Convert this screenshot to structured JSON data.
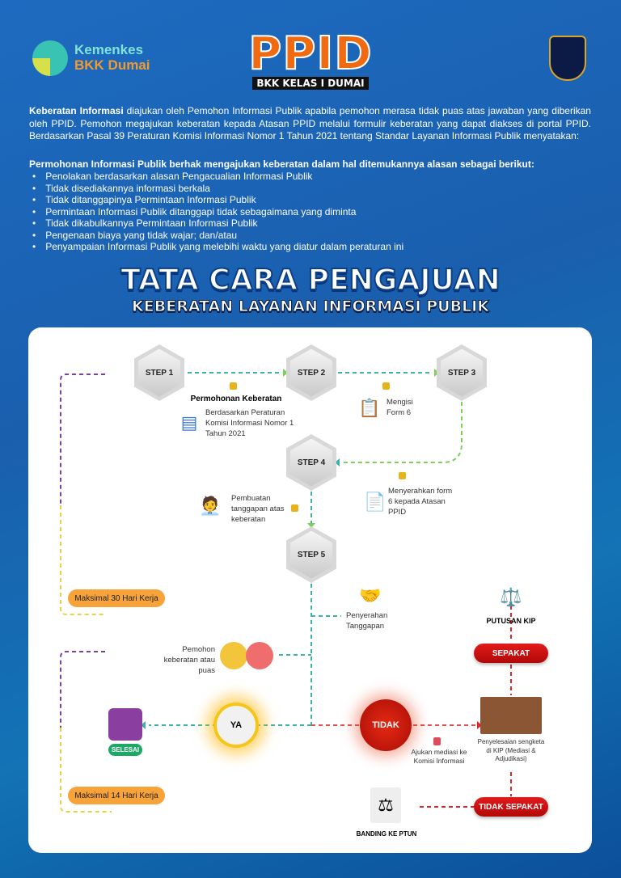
{
  "header": {
    "logo_line1": "Kemenkes",
    "logo_line2": "BKK Dumai",
    "title": "PPID",
    "subtitle": "BKK KELAS I DUMAI"
  },
  "intro": {
    "bold": "Keberatan Informasi",
    "text": " diajukan oleh Pemohon Informasi Publik apabila pemohon merasa tidak puas atas jawaban yang diberikan oleh PPID. Pemohon megajukan keberatan kepada Atasan PPID melalui formulir keberatan yang dapat diakses di portal PPID. Berdasarkan Pasal 39 Peraturan Komisi Informasi Nomor 1 Tahun 2021 tentang Standar Layanan Informasi Publik menyatakan:",
    "lead": "Permohonan Informasi Publik berhak mengajukan keberatan dalam hal ditemukannya alasan sebagai berikut:"
  },
  "reasons": [
    "Penolakan berdasarkan alasan Pengacualian Informasi Publik",
    "Tidak disediakannya informasi berkala",
    "Tidak ditanggapinya Permintaan Informasi Publik",
    "Permintaan Informasi Publik ditanggapi tidak sebagaimana yang diminta",
    "Tidak dikabulkannya Permintaan Informasi Publik",
    "Pengenaan biaya yang tidak wajar; dan/atau",
    "Penyampaian Informasi Publik yang melebihi waktu yang diatur dalam peraturan ini"
  ],
  "section": {
    "title": "TATA CARA PENGAJUAN",
    "subtitle": "KEBERATAN LAYANAN INFORMASI PUBLIK"
  },
  "flow": {
    "steps": [
      "STEP 1",
      "STEP 2",
      "STEP 3",
      "STEP 4",
      "STEP 5"
    ],
    "permohonan": "Permohonan Keberatan",
    "berdasarkan": "Berdasarkan Peraturan Komisi Informasi Nomor 1 Tahun 2021",
    "mengisi": "Mengisi Form 6",
    "menyerahkan": "Menyerahkan form 6 kepada Atasan PPID",
    "pembuatan": "Pembuatan tanggapan atas keberatan",
    "penyerahan": "Penyerahan Tanggapan",
    "pemohon": "Pemohon keberatan atau puas",
    "ya": "YA",
    "tidak": "TIDAK",
    "selesai": "SELESAI",
    "ajukan": "Ajukan mediasi ke Komisi Informasi",
    "penyelesaian": "Penyelesaian sengketa di KIP (Mediasi & Adjudikasi)",
    "putusan": "PUTUSAN KIP",
    "sepakat": "SEPAKAT",
    "tidak_sepakat": "TIDAK SEPAKAT",
    "banding": "BANDING KE PTUN",
    "max30": "Maksimal 30 Hari Kerja",
    "max14": "Maksimal 14 Hari Kerja"
  }
}
